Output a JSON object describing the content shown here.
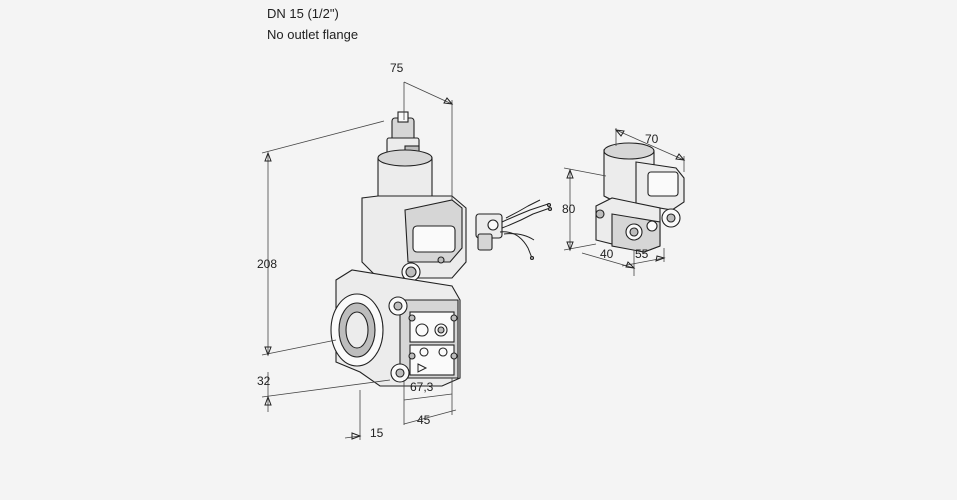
{
  "caption": {
    "title": "DN 15 (1/2\")",
    "subtitle": "No outlet flange"
  },
  "dimensions": {
    "main_height": "208",
    "main_depth": "75",
    "main_bottom": "32",
    "main_inlet": "15",
    "main_width": "45",
    "main_width_inner": "67,3",
    "detail_depth": "70",
    "detail_height": "80",
    "detail_width_left": "40",
    "detail_width_right": "55"
  }
}
